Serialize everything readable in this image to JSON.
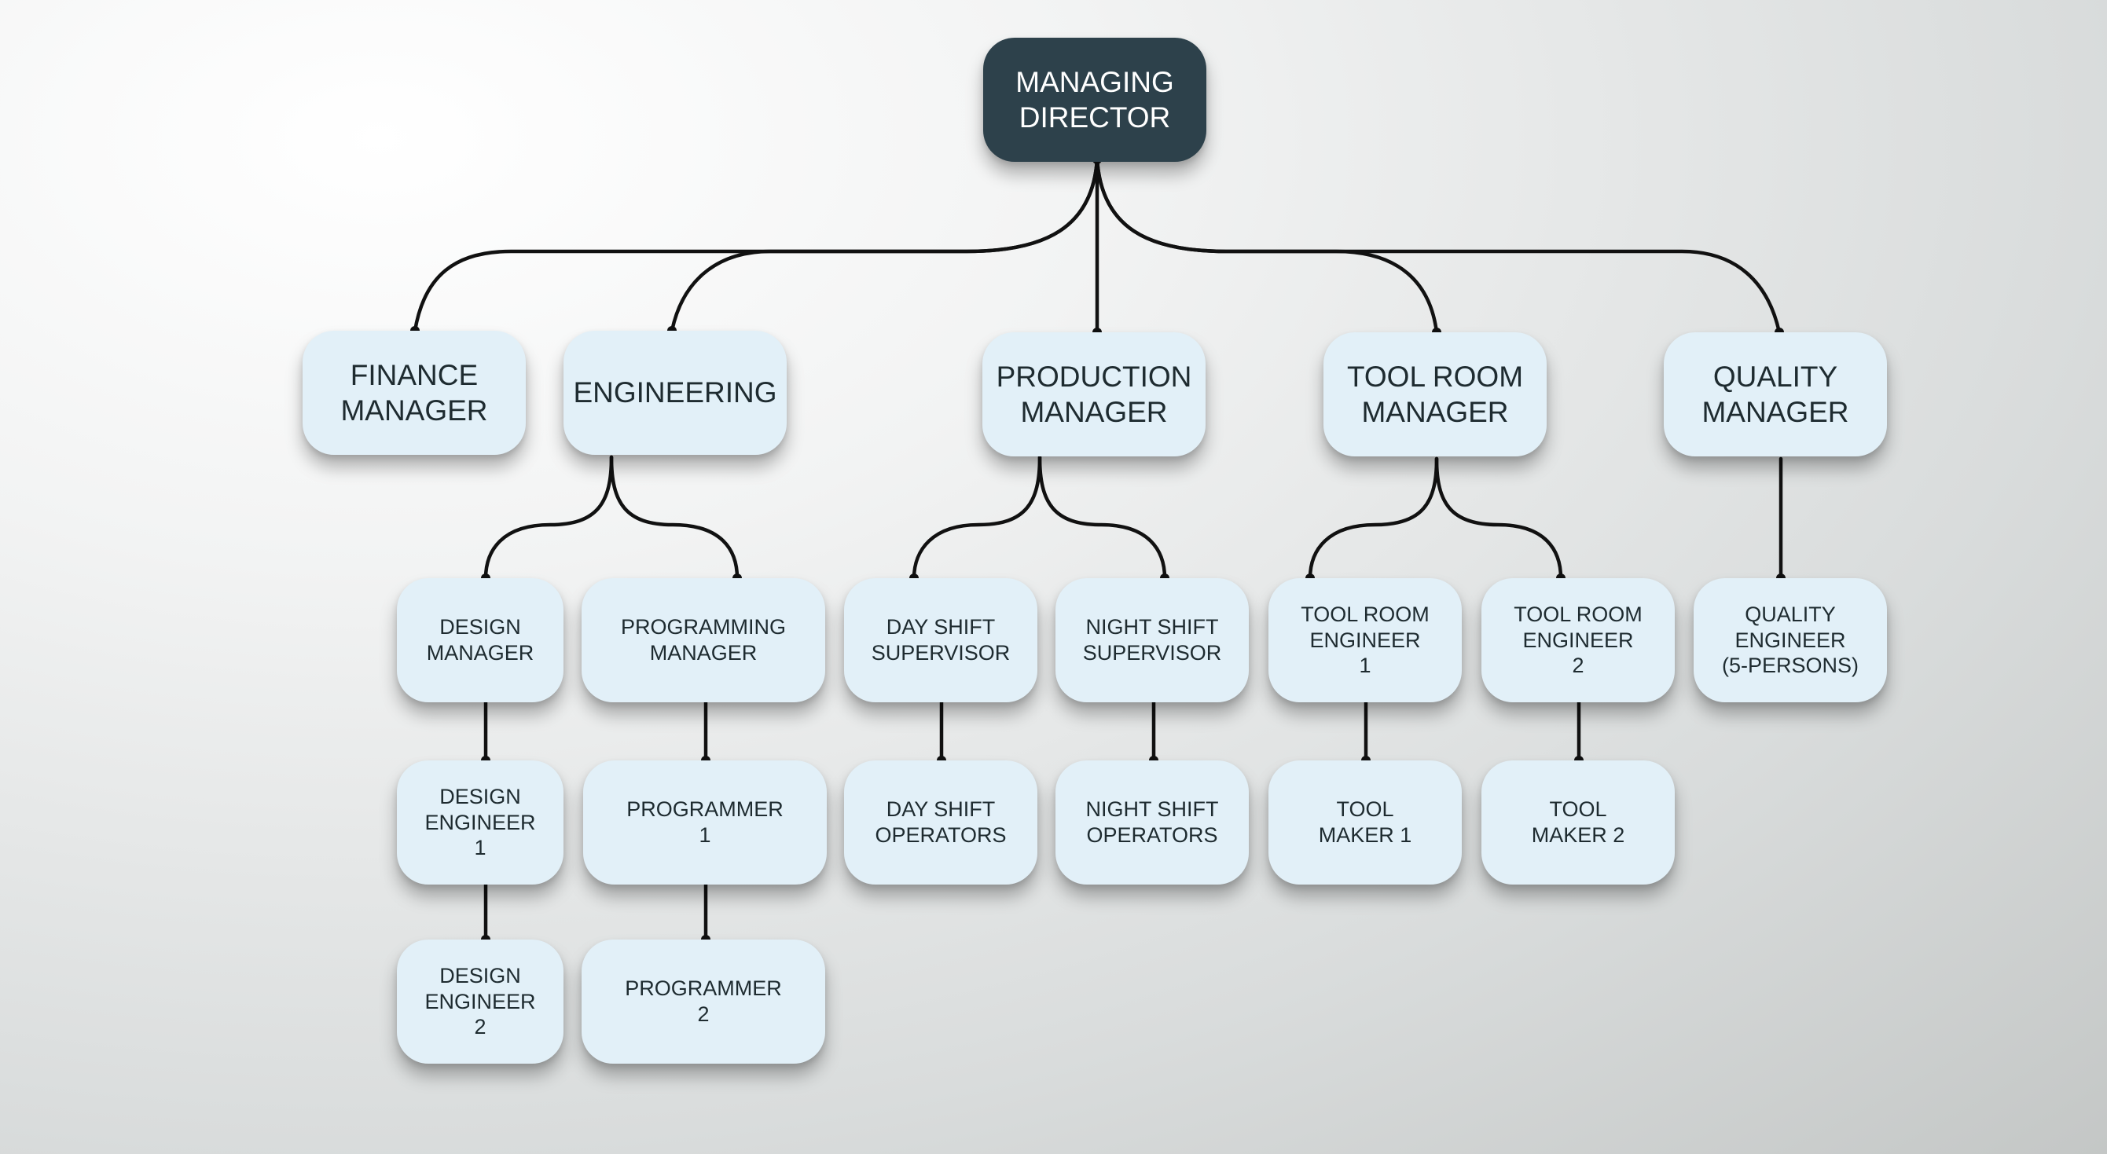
{
  "diagram": {
    "nodes": {
      "md": "MANAGING\nDIRECTOR",
      "finance": "FINANCE\nMANAGER",
      "engineering": "ENGINEERING",
      "production": "PRODUCTION\nMANAGER",
      "toolroom": "TOOL ROOM\nMANAGER",
      "quality": "QUALITY\nMANAGER",
      "design_mgr": "DESIGN\nMANAGER",
      "prog_mgr": "PROGRAMMING\nMANAGER",
      "day_sup": "DAY SHIFT\nSUPERVISOR",
      "night_sup": "NIGHT SHIFT\nSUPERVISOR",
      "tr_eng1": "TOOL ROOM\nENGINEER\n1",
      "tr_eng2": "TOOL ROOM\nENGINEER\n2",
      "quality_eng": "QUALITY\nENGINEER\n(5-PERSONS)",
      "design_eng1": "DESIGN\nENGINEER\n1",
      "programmer1": "PROGRAMMER\n1",
      "day_ops": "DAY SHIFT\nOPERATORS",
      "night_ops": "NIGHT SHIFT\nOPERATORS",
      "tool_maker1": "TOOL\nMAKER 1",
      "tool_maker2": "TOOL\nMAKER 2",
      "design_eng2": "DESIGN\nENGINEER\n2",
      "programmer2": "PROGRAMMER\n2"
    },
    "edges": [
      [
        "md",
        "finance"
      ],
      [
        "md",
        "engineering"
      ],
      [
        "md",
        "production"
      ],
      [
        "md",
        "toolroom"
      ],
      [
        "md",
        "quality"
      ],
      [
        "engineering",
        "design_mgr"
      ],
      [
        "engineering",
        "prog_mgr"
      ],
      [
        "production",
        "day_sup"
      ],
      [
        "production",
        "night_sup"
      ],
      [
        "toolroom",
        "tr_eng1"
      ],
      [
        "toolroom",
        "tr_eng2"
      ],
      [
        "quality",
        "quality_eng"
      ],
      [
        "design_mgr",
        "design_eng1"
      ],
      [
        "design_eng1",
        "design_eng2"
      ],
      [
        "prog_mgr",
        "programmer1"
      ],
      [
        "programmer1",
        "programmer2"
      ],
      [
        "day_sup",
        "day_ops"
      ],
      [
        "night_sup",
        "night_ops"
      ],
      [
        "tr_eng1",
        "tool_maker1"
      ],
      [
        "tr_eng2",
        "tool_maker2"
      ]
    ],
    "colors": {
      "root": "#2d414b",
      "box": "#e2f0f8",
      "line": "#111111"
    }
  }
}
